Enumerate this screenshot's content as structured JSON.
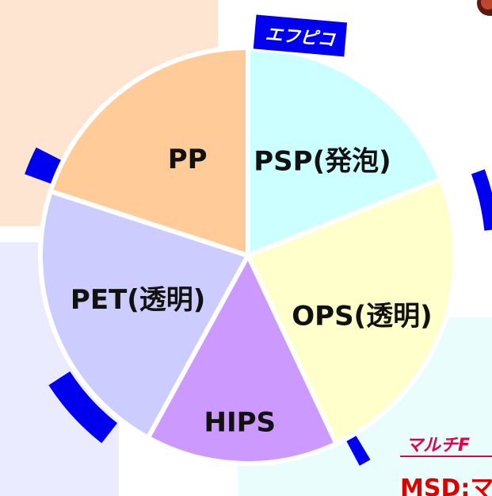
{
  "chart_data": {
    "type": "pie",
    "categories": [
      "PSP(発泡)",
      "OPS(透明)",
      "HIPS",
      "PET(透明)",
      "PP"
    ],
    "values": [
      19,
      24,
      15,
      22,
      20
    ],
    "colors": {
      "PSP(発泡)": "#ccffff",
      "OPS(透明)": "#ffffcc",
      "HIPS": "#cc99ff",
      "PET(透明)": "#ccccff",
      "PP": "#ffcc99"
    },
    "legend": "none",
    "accent_color": "#0000ee"
  },
  "sticker": {
    "text": "エフピコ"
  },
  "footer": {
    "subtitle": "マルチF",
    "title": "MSD:マ"
  }
}
